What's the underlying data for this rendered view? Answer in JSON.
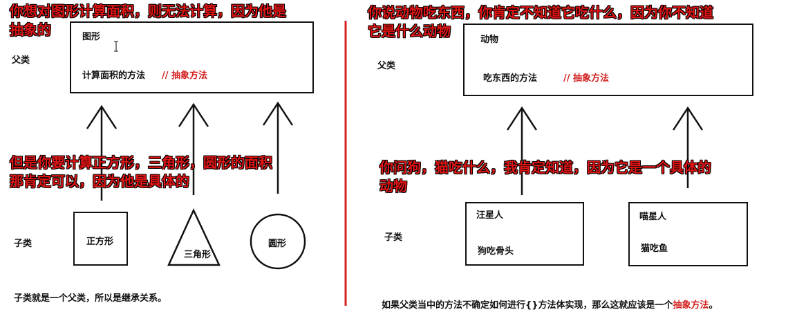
{
  "left": {
    "parent_label": "父类",
    "child_label": "子类",
    "parent_box": {
      "title": "图形",
      "method": "计算面积的方法",
      "comment": "// 抽象方法"
    },
    "children": [
      "正方形",
      "三角形",
      "圆形"
    ],
    "highlight_top": [
      "你想对图形计算面积，则无法计算，因为他是",
      "抽象的"
    ],
    "highlight_mid": [
      "但是你要计算正方形，三角形，圆形的面积",
      "那肯定可以，因为他是具体的"
    ],
    "note": "子类就是一个父类，所以是继承关系。"
  },
  "right": {
    "parent_label": "父类",
    "child_label": "子类",
    "parent_box": {
      "title": "动物",
      "method": "吃东西的方法",
      "comment": "// 抽象方法"
    },
    "children": [
      {
        "title": "汪星人",
        "method": "狗吃骨头"
      },
      {
        "title": "喵星人",
        "method": "猫吃鱼"
      }
    ],
    "highlight_top": [
      "你说动物吃东西，你肯定不知道它吃什么，因为你不知道",
      "它是什么动物"
    ],
    "highlight_mid": [
      "你问狗，猫吃什么，我肯定知道，因为它是一个具体的",
      "动物"
    ],
    "note_prefix": "如果父类当中的方法不确定如何进行{}方法体实现，那么这就应该是一个",
    "note_highlight": "抽象方法",
    "note_suffix": "。"
  },
  "colors": {
    "highlight": "#e01515",
    "divider": "#d42020",
    "comment": "#d42020"
  }
}
